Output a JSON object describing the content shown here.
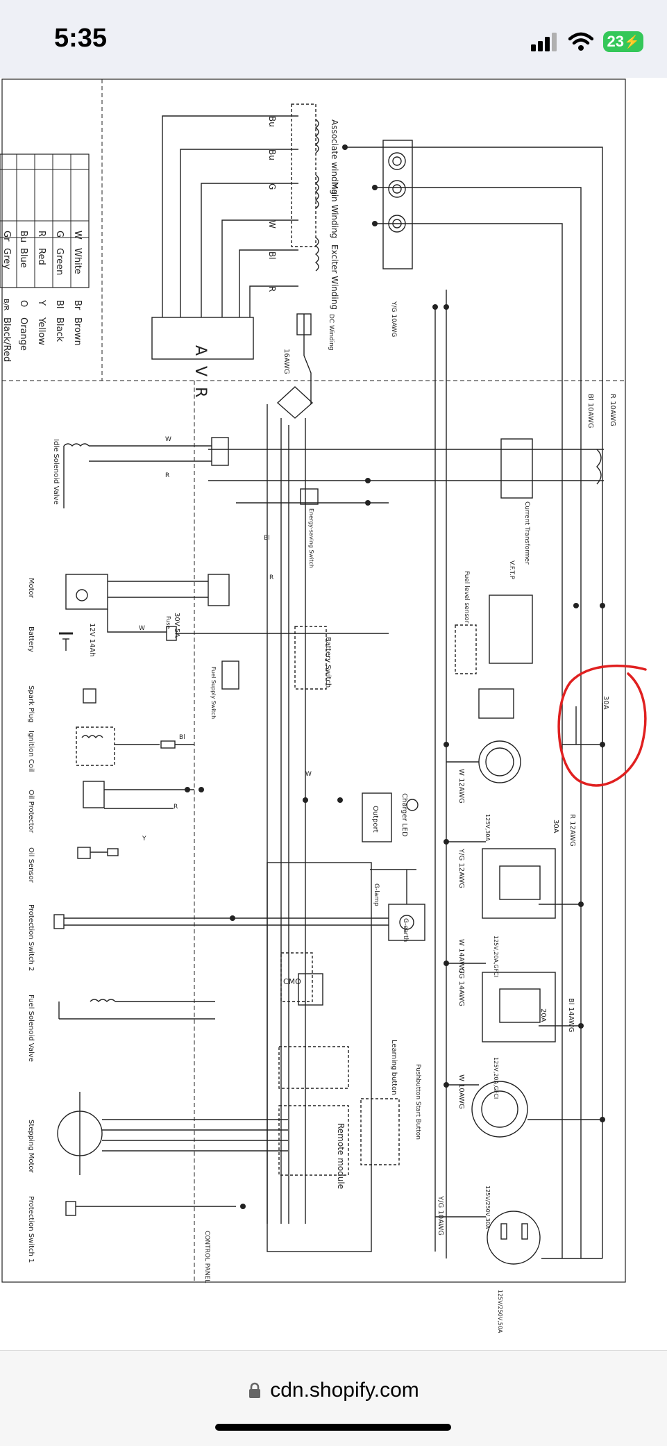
{
  "status_bar": {
    "time": "5:35",
    "battery": "23",
    "icons": [
      "cellular-signal-icon",
      "wifi-icon",
      "battery-charging-icon"
    ]
  },
  "legend": {
    "rows": [
      {
        "c1": "W",
        "n1": "White",
        "c2": "Br",
        "n2": "Brown"
      },
      {
        "c1": "G",
        "n1": "Green",
        "c2": "Bl",
        "n2": "Black"
      },
      {
        "c1": "R",
        "n1": "Red",
        "c2": "Y",
        "n2": "Yellow"
      },
      {
        "c1": "Bu",
        "n1": "Blue",
        "c2": "O",
        "n2": "Orange"
      },
      {
        "c1": "Gr",
        "n1": "Grey",
        "c2": "B/R",
        "n2": "Black/Red"
      }
    ]
  },
  "generator": {
    "avr": "A V R",
    "associate_winding": "Associate winding",
    "main_winding": "Main Winding",
    "exciter_winding": "Exciter Winding",
    "dc_winding": "DC Winding",
    "ground": "Y/G 10AWG",
    "wire_labels": [
      "Bu",
      "Bu",
      "G",
      "W",
      "Bl",
      "R"
    ],
    "gauge_16": "16AWG"
  },
  "components": {
    "idle_solenoid": "Idle Solenoid Valve",
    "motor": "Motor",
    "battery": "Battery",
    "battery_spec": "12V 14Ah",
    "fuse": "30V 5A",
    "fuse_label": "Fuse",
    "spark_plug": "Spark Plug",
    "ignition_coil": "Ignition Coil",
    "oil_protector": "Oil Protector",
    "oil_sensor": "Oil Sensor",
    "protection_switch_2": "Protection Switch 2",
    "fuel_solenoid": "Fuel Solenoid Valve",
    "stepping_motor": "Stepping Motor",
    "protection_switch_1": "Protection Switch 1",
    "control_panel": "CONTROL PANEL",
    "remote_module": "Remote module",
    "learning_button": "Learning button",
    "pushbutton_start": "Pushbutton Start Button",
    "charger_led": "Charger LED",
    "outport": "Outport",
    "battery_switch": "Battery Switch",
    "energy_saving_switch": "Energy-saving Switch",
    "fuel_supply_switch": "Fuel Supply Switch",
    "current_transformer": "Current Transformer",
    "fuel_level_sensor": "Fuel level sensor",
    "vftp": "V.F.T.P",
    "g_lamp": "G-lamp",
    "g_earth": "G-earth",
    "cmo": "CMO",
    "fix_wire_labels": [
      "R",
      "W",
      "Bl",
      "R",
      "W",
      "Y",
      "Bl",
      "R",
      "W"
    ]
  },
  "outlets": {
    "breaker_main": "30A",
    "r10awg": "R 10AWG",
    "bl10awg": "Bl 10AWG",
    "r12awg": "R 12AWG",
    "w12awg": "W 12AWG",
    "yg12awg": "Y/G 12AWG",
    "w14awg": "W 14AWG",
    "yg14awg": "Y/G 14AWG",
    "bl14awg": "Bl 14AWG",
    "w10awg": "W 10AWG",
    "yg10awg": "Y/G 10AWG",
    "breaker_30": "30A",
    "breaker_20": "20A",
    "l5_30": "125V,30A",
    "gfci_1": "125V,20A,GFCI",
    "gfci_2": "125V,20A,GFCI",
    "l14_30": "125V/250V,30A",
    "tt_50": "125V/250V,50A"
  },
  "browser": {
    "url": "cdn.shopify.com"
  },
  "colors": {
    "annotation": "#e02020",
    "line": "#222222"
  }
}
